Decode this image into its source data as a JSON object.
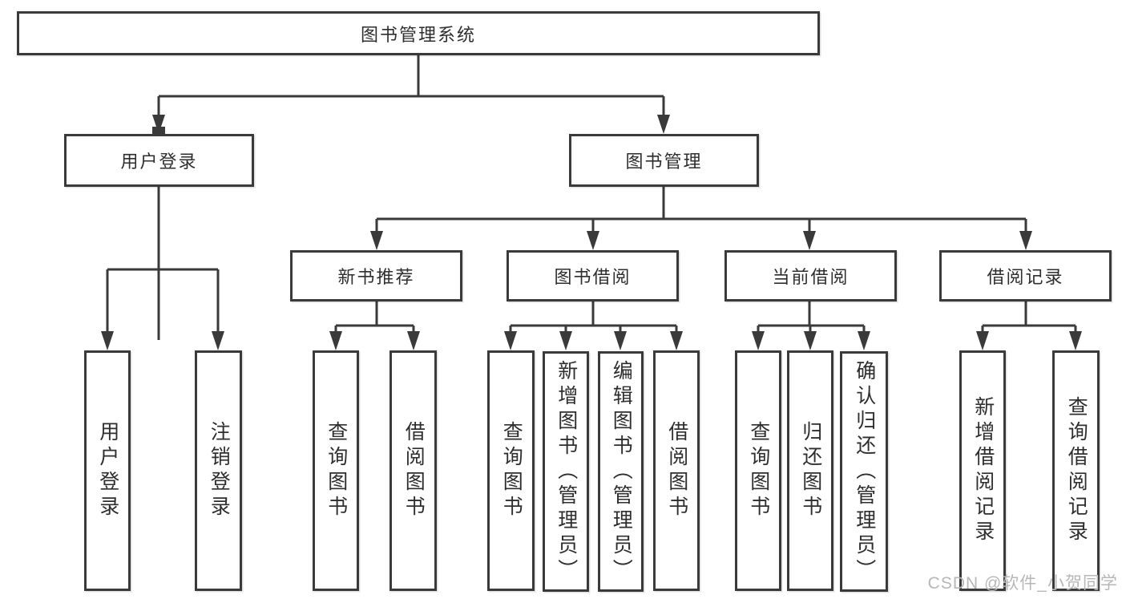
{
  "diagram_title": "图书管理系统",
  "tree": {
    "label": "图书管理系统",
    "children": [
      {
        "label": "用户登录",
        "children": [
          {
            "label": "用户登录"
          },
          {
            "label": "注销登录"
          }
        ]
      },
      {
        "label": "图书管理",
        "children": [
          {
            "label": "新书推荐",
            "children": [
              {
                "label": "查询图书"
              },
              {
                "label": "借阅图书"
              }
            ]
          },
          {
            "label": "图书借阅",
            "children": [
              {
                "label": "查询图书"
              },
              {
                "label": "新增图书（管理员）"
              },
              {
                "label": "编辑图书（管理员）"
              },
              {
                "label": "借阅图书"
              }
            ]
          },
          {
            "label": "当前借阅",
            "children": [
              {
                "label": "查询图书"
              },
              {
                "label": "归还图书"
              },
              {
                "label": "确认归还（管理员）"
              }
            ]
          },
          {
            "label": "借阅记录",
            "children": [
              {
                "label": "新增借阅记录"
              },
              {
                "label": "查询借阅记录"
              }
            ]
          }
        ]
      }
    ]
  },
  "watermark": {
    "text": "CSDN @软件_小贺同学"
  },
  "colors": {
    "line": "#3a3a3a",
    "text": "#2e2e2e",
    "watermark": "#b7b7b7",
    "background": "#ffffff"
  }
}
